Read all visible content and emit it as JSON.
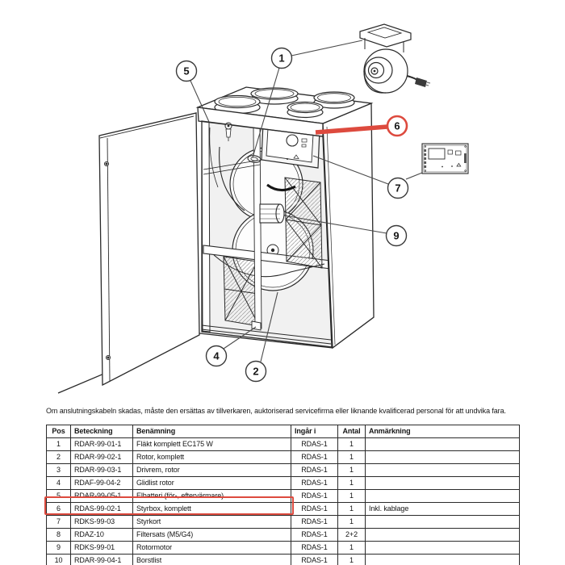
{
  "colors": {
    "highlight_red": "#dd4a3e",
    "line_art": "#2a2a2a",
    "table_border": "#2b2b2b"
  },
  "diagram": {
    "description": "Exploded technical drawing of heat-recovery ventilation unit with open door, external fan and control circuit board",
    "callouts": [
      {
        "label": "1"
      },
      {
        "label": "2"
      },
      {
        "label": "4"
      },
      {
        "label": "5"
      },
      {
        "label": "6",
        "highlighted": true
      },
      {
        "label": "7"
      },
      {
        "label": "9"
      }
    ]
  },
  "note": "Om anslutningskabeln skadas, måste den ersättas av tillverkaren, auktoriserad servicefirma eller liknande kvalificerad personal för att undvika fara.",
  "table": {
    "headers": [
      "Pos",
      "Beteckning",
      "Benämning",
      "Ingår i",
      "Antal",
      "Anmärkning"
    ],
    "highlighted_pos": "6",
    "rows": [
      {
        "pos": "1",
        "beteckning": "RDAR-99-01-1",
        "benamning": "Fläkt komplett EC175 W",
        "ingar_i": "RDAS-1",
        "antal": "1",
        "anmarkning": ""
      },
      {
        "pos": "2",
        "beteckning": "RDAR-99-02-1",
        "benamning": "Rotor, komplett",
        "ingar_i": "RDAS-1",
        "antal": "1",
        "anmarkning": ""
      },
      {
        "pos": "3",
        "beteckning": "RDAR-99-03-1",
        "benamning": "Drivrem, rotor",
        "ingar_i": "RDAS-1",
        "antal": "1",
        "anmarkning": ""
      },
      {
        "pos": "4",
        "beteckning": "RDAF-99-04-2",
        "benamning": "Glidlist rotor",
        "ingar_i": "RDAS-1",
        "antal": "1",
        "anmarkning": ""
      },
      {
        "pos": "5",
        "beteckning": "RDAR-99-05-1",
        "benamning": "Elbatteri (för-, eftervärmare)",
        "ingar_i": "RDAS-1",
        "antal": "1",
        "anmarkning": ""
      },
      {
        "pos": "6",
        "beteckning": "RDAS-99-02-1",
        "benamning": "Styrbox, komplett",
        "ingar_i": "RDAS-1",
        "antal": "1",
        "anmarkning": "Inkl. kablage"
      },
      {
        "pos": "7",
        "beteckning": "RDKS-99-03",
        "benamning": "Styrkort",
        "ingar_i": "RDAS-1",
        "antal": "1",
        "anmarkning": ""
      },
      {
        "pos": "8",
        "beteckning": "RDAZ-10",
        "benamning": "Filtersats (M5/G4)",
        "ingar_i": "RDAS-1",
        "antal": "2+2",
        "anmarkning": ""
      },
      {
        "pos": "9",
        "beteckning": "RDKS-99-01",
        "benamning": "Rotormotor",
        "ingar_i": "RDAS-1",
        "antal": "1",
        "anmarkning": ""
      },
      {
        "pos": "10",
        "beteckning": "RDAR-99-04-1",
        "benamning": "Borstlist",
        "ingar_i": "RDAS-1",
        "antal": "1",
        "anmarkning": ""
      }
    ]
  }
}
